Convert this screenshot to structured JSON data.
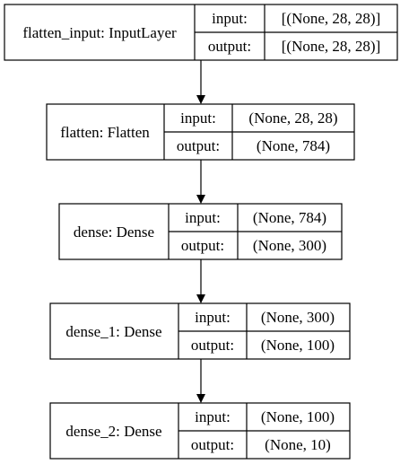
{
  "layers": [
    {
      "name": "flatten_input: InputLayer",
      "input_label": "input:",
      "input_value": "[(None, 28, 28)]",
      "output_label": "output:",
      "output_value": "[(None, 28, 28)]"
    },
    {
      "name": "flatten: Flatten",
      "input_label": "input:",
      "input_value": "(None, 28, 28)",
      "output_label": "output:",
      "output_value": "(None, 784)"
    },
    {
      "name": "dense: Dense",
      "input_label": "input:",
      "input_value": "(None, 784)",
      "output_label": "output:",
      "output_value": "(None, 300)"
    },
    {
      "name": "dense_1: Dense",
      "input_label": "input:",
      "input_value": "(None, 300)",
      "output_label": "output:",
      "output_value": "(None, 100)"
    },
    {
      "name": "dense_2: Dense",
      "input_label": "input:",
      "input_value": "(None, 100)",
      "output_label": "output:",
      "output_value": "(None, 10)"
    }
  ]
}
